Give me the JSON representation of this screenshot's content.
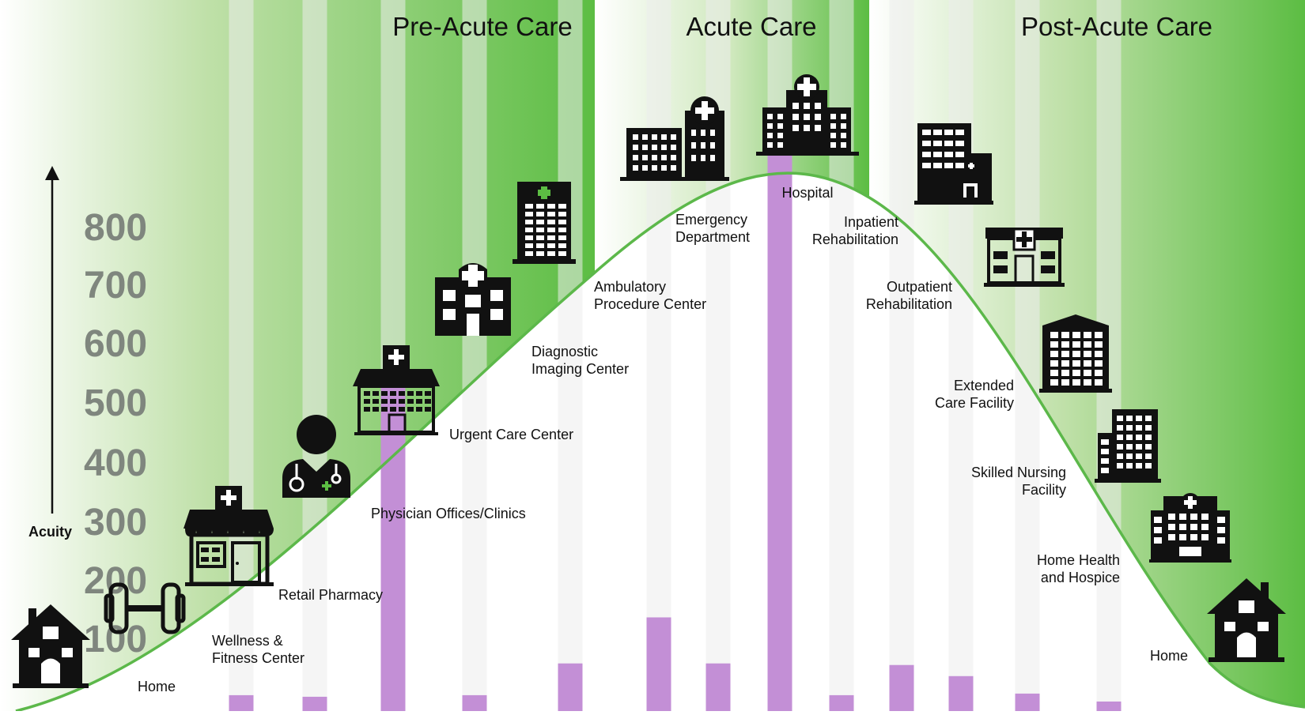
{
  "chart_data": {
    "type": "bar",
    "sections": [
      "Pre-Acute Care",
      "Acute Care",
      "Post-Acute Care"
    ],
    "yaxis": {
      "label": "Acuity",
      "ticks": [
        "100",
        "200",
        "300",
        "400",
        "500",
        "600",
        "700",
        "800"
      ]
    },
    "curve_labels": [
      {
        "lines": [
          "Home"
        ]
      },
      {
        "lines": [
          "Wellness &",
          "Fitness Center"
        ]
      },
      {
        "lines": [
          "Retail Pharmacy"
        ]
      },
      {
        "lines": [
          "Physician Offices/Clinics"
        ]
      },
      {
        "lines": [
          "Urgent Care Center"
        ]
      },
      {
        "lines": [
          "Diagnostic",
          "Imaging Center"
        ]
      },
      {
        "lines": [
          "Ambulatory",
          "Procedure Center"
        ]
      },
      {
        "lines": [
          "Emergency",
          "Department"
        ]
      },
      {
        "lines": [
          "Hospital"
        ]
      },
      {
        "lines": [
          "Inpatient",
          "Rehabilitation"
        ]
      },
      {
        "lines": [
          "Outpatient",
          "Rehabilitation"
        ]
      },
      {
        "lines": [
          "Extended",
          "Care Facility"
        ]
      },
      {
        "lines": [
          "Skilled Nursing",
          "Facility"
        ]
      },
      {
        "lines": [
          "Home Health",
          "and Hospice"
        ]
      },
      {
        "lines": [
          "Home"
        ]
      }
    ],
    "bars": [
      20,
      18,
      430,
      20,
      60,
      118,
      60,
      720,
      20,
      58,
      44,
      22,
      12
    ],
    "ylim": [
      0,
      860
    ],
    "colors": {
      "bar": "#c38fd6",
      "track": "#ececec",
      "curve": "#5cb84a",
      "green": "#5cbd43",
      "icon": "#111111",
      "tick": "#7f867e"
    },
    "icons": [
      "house-icon",
      "dumbbell-icon",
      "pharmacy-store-icon",
      "physician-icon",
      "clinic-building-icon",
      "urgent-care-building-icon",
      "imaging-tower-icon",
      "ambulatory-center-icon",
      "hospital-icon",
      "rehab-building-icon",
      "outpatient-building-icon",
      "office-tower-icon",
      "nursing-facility-icon",
      "home-health-building-icon",
      "house-icon"
    ]
  }
}
